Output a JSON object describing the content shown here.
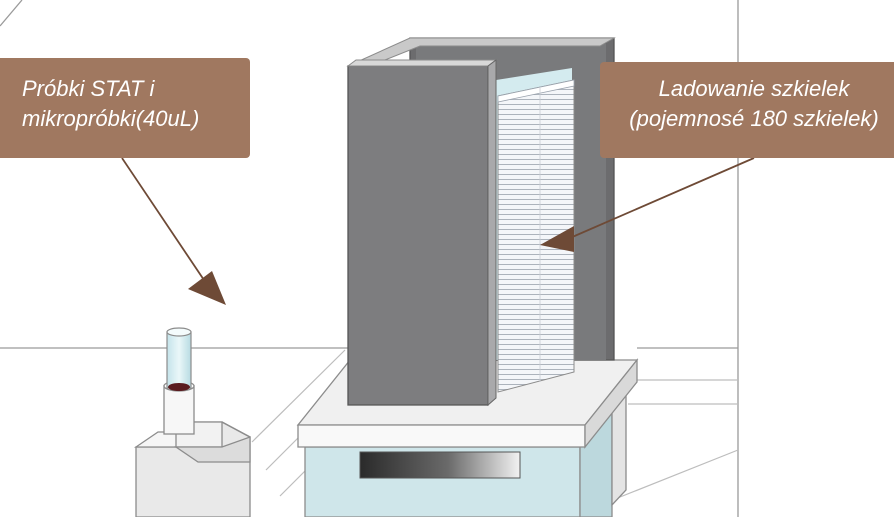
{
  "callouts": {
    "stat": {
      "line1": "Próbki STAT i",
      "line2": "mikropróbki(40uL)"
    },
    "loading": {
      "line1": "Ladowanie szkielek",
      "line2": "(pojemnosé 180 szkielek)"
    }
  },
  "colors": {
    "callout_bg": "#a07860",
    "arrow": "#6e4a36",
    "cabinet_front": "#7c7c7e",
    "cabinet_back": "#6a6a6c",
    "slides": "#eef0f4",
    "tube_glass": "#d7eef2",
    "blood": "#5a1c20",
    "base_blue": "#cfe6ea"
  },
  "icons": {
    "arrow": "arrow-head-icon",
    "tube": "test-tube-icon"
  }
}
